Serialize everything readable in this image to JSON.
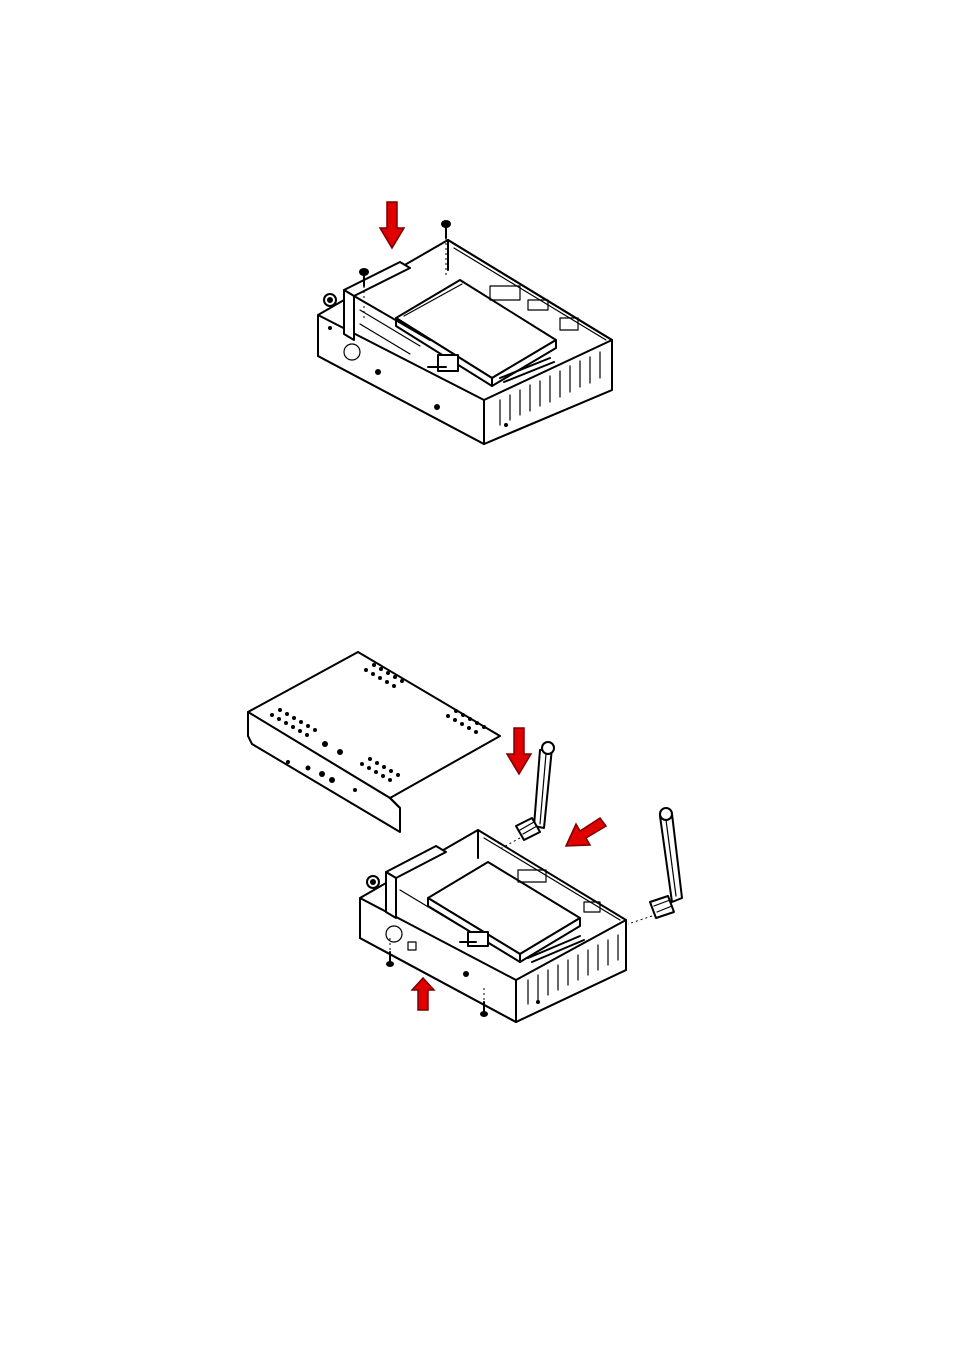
{
  "figures": [
    {
      "id": "step-install-drive-bracket",
      "arrows": [
        {
          "direction": "down",
          "color": "#e00000"
        }
      ]
    },
    {
      "id": "step-attach-cover-and-antennas",
      "arrows": [
        {
          "direction": "down",
          "color": "#e00000"
        },
        {
          "direction": "down-left",
          "color": "#e00000"
        },
        {
          "direction": "up",
          "color": "#e00000"
        }
      ]
    }
  ],
  "colors": {
    "arrow": "#e00000",
    "arrow_dark": "#7a0000",
    "line": "#000000",
    "background": "#ffffff"
  }
}
